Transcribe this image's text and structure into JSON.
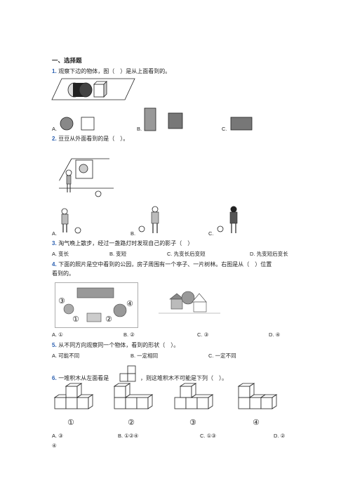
{
  "section_title": "一、选择题",
  "q1": {
    "num": "1.",
    "text": "观察下边的物体，图（　）是从上面看到的。",
    "options": [
      "A.",
      "B.",
      "C."
    ]
  },
  "q2": {
    "num": "2.",
    "text": "豆豆从外面看到的是（　）。",
    "options": [
      "A.",
      "B.",
      "C."
    ]
  },
  "q3": {
    "num": "3.",
    "text": "淘气晚上散步，经过一盏路灯时发现自己的影子（　）",
    "options": [
      "A. 变长",
      "B. 变短",
      "C. 先变长后变短",
      "D. 先变短后变长"
    ]
  },
  "q4": {
    "num": "4.",
    "text_line1": "下面的照片是空中看到的公园，房子周围有一个亭子、一片树林。右图是从（　）位置",
    "text_line2": "看到的。",
    "labels": [
      "③",
      "①",
      "④",
      "②"
    ],
    "options": [
      "A. ①",
      "B. ②",
      "C. ③",
      "D. ④"
    ]
  },
  "q5": {
    "num": "5.",
    "text": "从不同方向观察同一个物体，看到的形状（　）。",
    "options": [
      "A. 可能不同",
      "B. 一定相同",
      "C. 一定不同"
    ]
  },
  "q6": {
    "num": "6.",
    "text_before": "一堆积木从左面看是",
    "text_after": "，则这堆积木不可能是下列（　）。",
    "figure_labels": [
      "①",
      "②",
      "③",
      "④"
    ],
    "options": [
      "A. ③",
      "B. ①②④",
      "C. ①③",
      "D. ②"
    ],
    "option_d_wrap": "④"
  }
}
